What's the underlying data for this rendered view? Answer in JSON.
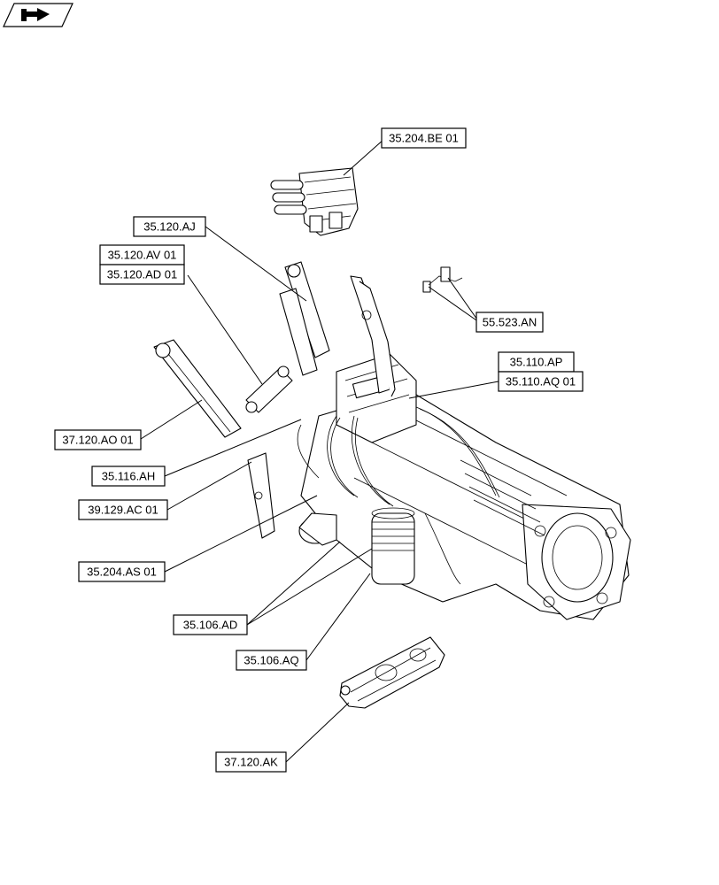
{
  "nav_icon": "next-page-arrow-icon",
  "callouts": [
    {
      "id": "c1",
      "label": "35.204.BE 01"
    },
    {
      "id": "c2",
      "label": "35.120.AJ"
    },
    {
      "id": "c3",
      "label": "35.120.AV 01"
    },
    {
      "id": "c4",
      "label": "35.120.AD 01"
    },
    {
      "id": "c5",
      "label": "55.523.AN"
    },
    {
      "id": "c6",
      "label": "35.110.AP"
    },
    {
      "id": "c7",
      "label": "35.110.AQ 01"
    },
    {
      "id": "c8",
      "label": "37.120.AO 01"
    },
    {
      "id": "c9",
      "label": "35.116.AH"
    },
    {
      "id": "c10",
      "label": "39.129.AC 01"
    },
    {
      "id": "c11",
      "label": "35.204.AS 01"
    },
    {
      "id": "c12",
      "label": "35.106.AD"
    },
    {
      "id": "c13",
      "label": "35.106.AQ"
    },
    {
      "id": "c14",
      "label": "37.120.AK"
    }
  ]
}
